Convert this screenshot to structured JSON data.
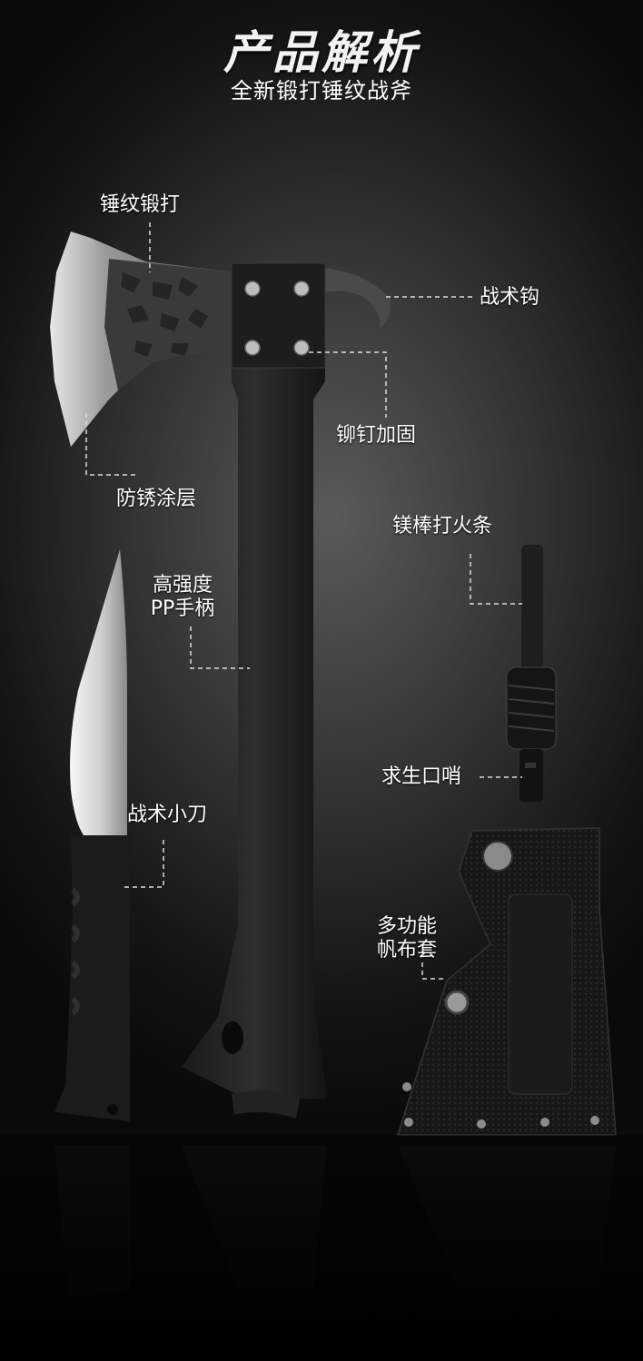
{
  "header": {
    "title": "产品解析",
    "subtitle": "全新锻打锤纹战斧"
  },
  "labels": {
    "hammer_forged": "锤纹锻打",
    "tactical_hook": "战术钩",
    "rivet": "铆钉加固",
    "anti_rust": "防锈涂层",
    "pp_handle_line1": "高强度",
    "pp_handle_line2": "PP手柄",
    "fire_starter": "镁棒打火条",
    "whistle": "求生口哨",
    "knife": "战术小刀",
    "sheath_line1": "多功能",
    "sheath_line2": "帆布套"
  }
}
